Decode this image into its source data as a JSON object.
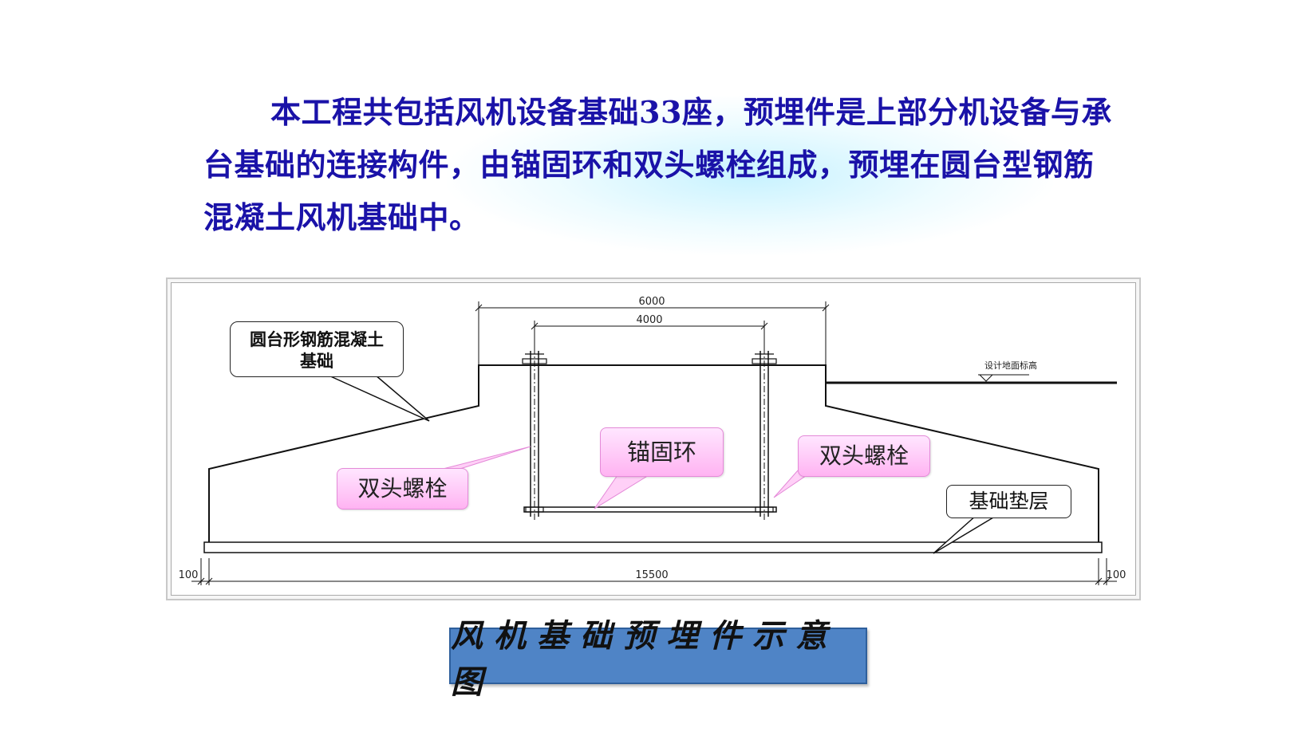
{
  "intro": {
    "text": "本工程共包括风机设备基础33座，预埋件是上部分机设备与承台基础的连接构件，由锚固环和双头螺栓组成，预埋在圆台型钢筋混凝土风机基础中。"
  },
  "drawing": {
    "dimensions": {
      "top_outer": "6000",
      "top_inner": "4000",
      "bottom_total": "15500",
      "left_edge": "100",
      "right_edge": "100"
    },
    "ground_label": "设计地面标高",
    "callouts": {
      "foundation": "圆台形钢筋混凝土基础",
      "bolt_left": "双头螺栓",
      "anchor_ring": "锚固环",
      "bolt_right": "双头螺栓",
      "cushion": "基础垫层"
    }
  },
  "caption": {
    "title": "风机基础预埋件示意图"
  },
  "colors": {
    "intro_text": "#1a12a8",
    "title_bg": "#4f84c6",
    "pink_callout": "#ffb3f2"
  }
}
